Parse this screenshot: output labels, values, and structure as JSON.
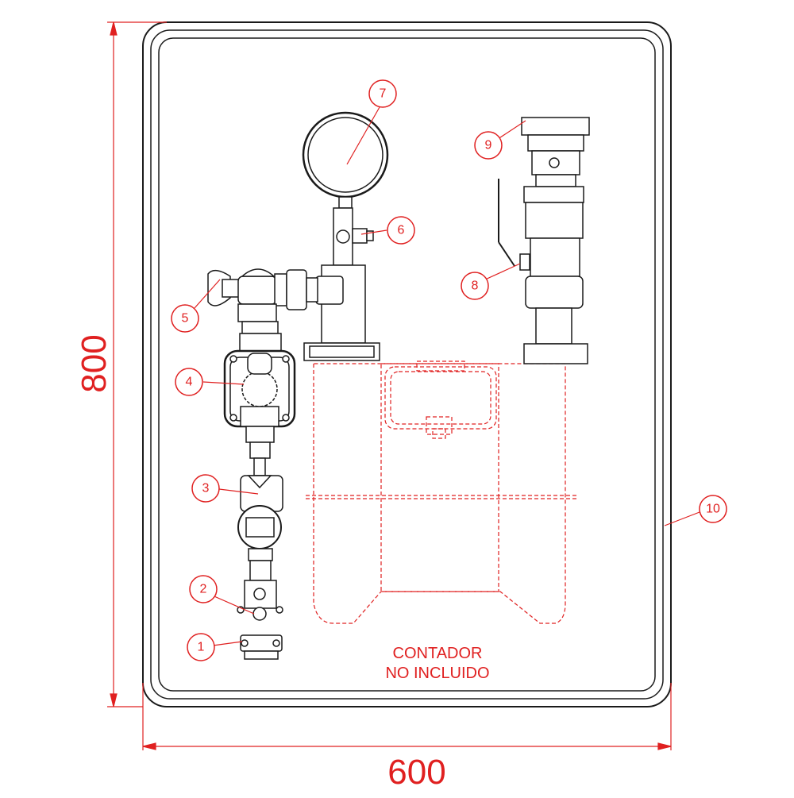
{
  "dimensions": {
    "height_label": "800",
    "width_label": "600"
  },
  "callouts": [
    {
      "number": "1"
    },
    {
      "number": "2"
    },
    {
      "number": "3"
    },
    {
      "number": "4"
    },
    {
      "number": "5"
    },
    {
      "number": "6"
    },
    {
      "number": "7"
    },
    {
      "number": "8"
    },
    {
      "number": "9"
    },
    {
      "number": "10"
    }
  ],
  "note": {
    "line1": "CONTADOR",
    "line2": "NO INCLUIDO"
  },
  "colors": {
    "annotation": "#e02020",
    "linework": "#1a1a1a"
  }
}
